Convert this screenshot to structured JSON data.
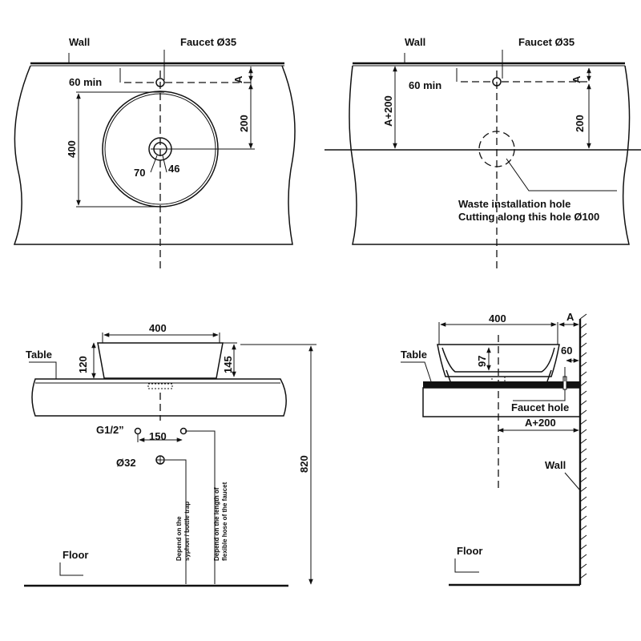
{
  "labels": {
    "wall": "Wall",
    "faucet": "Faucet Ø35",
    "min60": "60 min",
    "a": "A",
    "d400": "400",
    "d200": "200",
    "d70": "70",
    "d46": "46",
    "a200": "A+200",
    "waste1": "Waste installation hole",
    "waste2": "Cutting along this hole Ø100",
    "table": "Table",
    "d120": "120",
    "d145": "145",
    "d820": "820",
    "g12": "G1/2”",
    "d150": "150",
    "d32": "Ø32",
    "note_syphon_1": "Depend on the",
    "note_syphon_2": "syphon / bottle trap",
    "note_faucet_1": "Depend on the length of",
    "note_faucet_2": "flexible hose of the faucet",
    "floor": "Floor",
    "d97": "97",
    "d60": "60",
    "faucet_hole": "Faucet hole"
  }
}
